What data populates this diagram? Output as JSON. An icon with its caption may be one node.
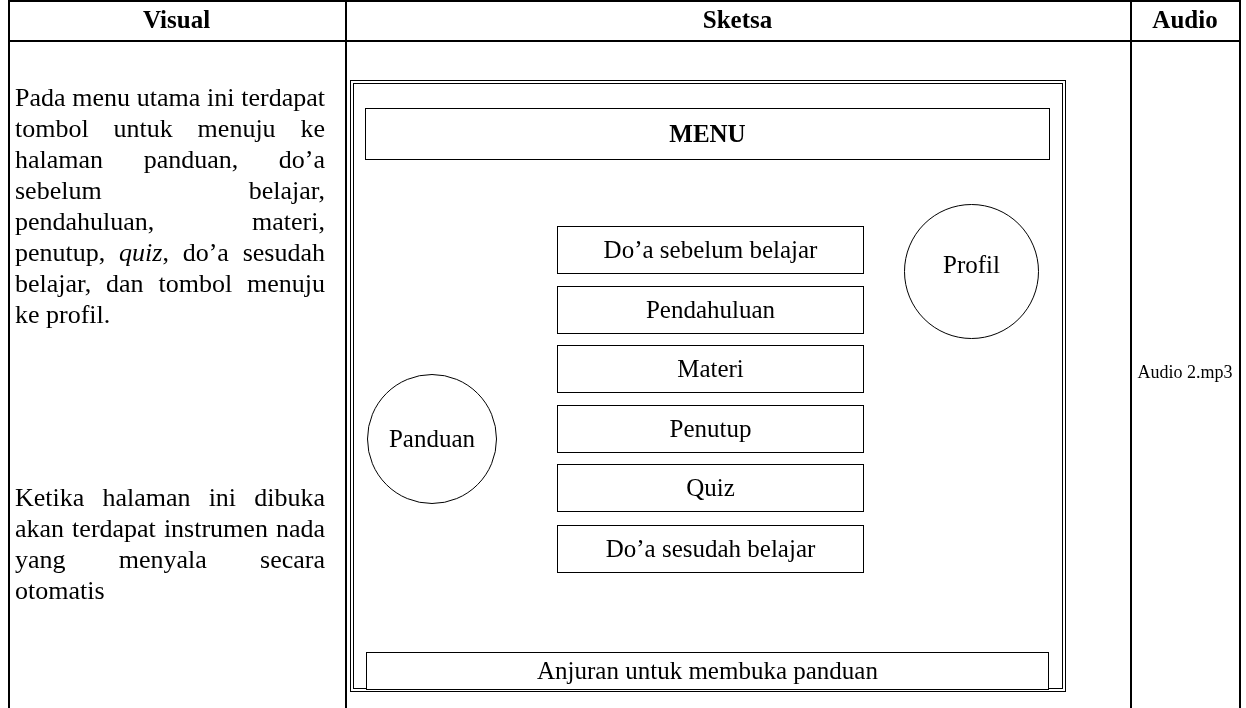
{
  "diagram": {
    "nodes": [
      {
        "text": [],
        "shape": "box"
      },
      {
        "text": [
          "MENU"
        ],
        "in": 0
      },
      {
        "text": [
          "Panduan"
        ],
        "in": 0
      },
      {
        "text": [
          "Do’a sebelum belajar"
        ],
        "in": 0
      },
      {
        "text": [
          "Pendahuluan"
        ],
        "in": 0
      },
      {
        "text": [
          "Materi"
        ],
        "in": 0
      },
      {
        "text": [
          "Penutup"
        ],
        "in": 0
      },
      {
        "text": [
          "Quiz"
        ],
        "in": 0
      },
      {
        "text": [
          "Do’a sesudah belajar"
        ],
        "in": 0
      },
      {
        "text": [
          "Profil"
        ],
        "in": 0
      },
      {
        "text": [
          "Anjuran untuk membuka panduan"
        ],
        "in": 0
      }
    ],
    "edges": [],
    "labels": [
      "Visual",
      "Sketsa",
      "Audio",
      "Pada menu utama ini terdapat tombol untuk menuju ke halaman panduan, do’a sebelum belajar, pendahuluan, materi, penutup, *quiz*, do’a sesudah belajar, dan tombol menuju ke profil.",
      "Ketika halaman ini dibuka akan terdapat instrumen nada yang menyala secara otomatis",
      "Audio 2.mp3"
    ]
  }
}
